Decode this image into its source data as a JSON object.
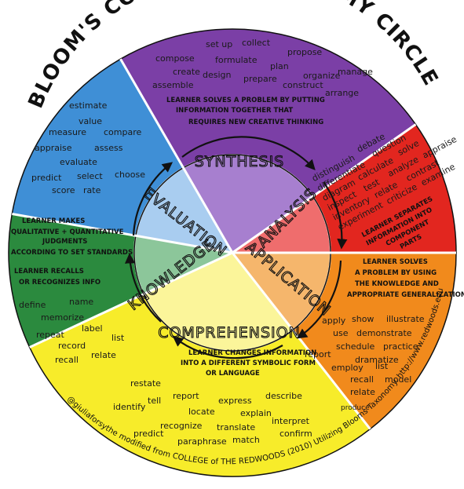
{
  "title": "BLOOM'S COGNITIVE TAXONOMY CIRCLE",
  "colors": {
    "synthesis": "#7b3fa6",
    "analysis": "#e2261f",
    "application": "#f18a1c",
    "comprehension": "#f7ec2a",
    "knowledge": "#2b8a3e",
    "evaluation": "#3f8fd6",
    "synthesis_inner": "#a77fcf",
    "analysis_inner": "#ef6d6d",
    "application_inner": "#f5b66c",
    "comprehension_inner": "#fbf59a",
    "knowledge_inner": "#8cc69a",
    "evaluation_inner": "#a9cdf0"
  },
  "levels": {
    "synthesis": "SYNTHESIS",
    "analysis": "ANALYSIS",
    "application": "APPLICATION",
    "comprehension": "COMPREHENSION",
    "knowledge": "KNOWLEDGE",
    "evaluation": "EVALUATION"
  },
  "synthesis": {
    "verbs": [
      "compose",
      "set up",
      "collect",
      "propose",
      "create",
      "formulate",
      "plan",
      "organize",
      "manage",
      "assemble",
      "design",
      "prepare",
      "construct",
      "arrange"
    ],
    "description": [
      "LEARNER SOLVES A PROBLEM BY PUTTING",
      "INFORMATION TOGETHER THAT",
      "REQUIRES NEW CREATIVE THINKING"
    ]
  },
  "analysis": {
    "verbs": [
      "distinguish",
      "debate",
      "differentiate",
      "question",
      "diagram",
      "calculate",
      "solve",
      "inspect",
      "test",
      "analyze",
      "inventory",
      "relate",
      "contrast",
      "appraise",
      "experiment",
      "criticize",
      "examine"
    ],
    "description": [
      "LEARNER SEPARATES",
      "INFORMATION INTO",
      "COMPONENT",
      "PARTS"
    ]
  },
  "application": {
    "description": [
      "LEARNER SOLVES",
      "A PROBLEM BY USING",
      "THE KNOWLEDGE AND",
      "APPROPRIATE GENERALIZATIONS"
    ],
    "verbs": [
      "apply",
      "show",
      "illustrate",
      "use",
      "demonstrate",
      "schedule",
      "practice",
      "report",
      "dramatize",
      "employ",
      "list",
      "recall",
      "model",
      "relate",
      "produce"
    ]
  },
  "comprehension": {
    "description": [
      "LEARNER CHANGES INFORMATION",
      "INTO A DIFFERENT SYMBOLIC FORM",
      "OR LANGUAGE"
    ],
    "verbs": [
      "restate",
      "report",
      "express",
      "describe",
      "tell",
      "locate",
      "explain",
      "identify",
      "recognize",
      "translate",
      "interpret",
      "predict",
      "paraphrase",
      "match",
      "confirm"
    ]
  },
  "knowledge": {
    "description": [
      "LEARNER RECALLS",
      "OR RECOGNIZES INFO"
    ],
    "verbs": [
      "define",
      "name",
      "memorize",
      "label",
      "repeat",
      "record",
      "list",
      "recall",
      "relate"
    ]
  },
  "evaluation": {
    "verbs": [
      "estimate",
      "value",
      "measure",
      "compare",
      "appraise",
      "assess",
      "evaluate",
      "predict",
      "select",
      "choose",
      "score",
      "rate"
    ],
    "description": [
      "LEARNER MAKES",
      "QUALITATIVE + QUANTITATIVE",
      "JUDGMENTS",
      "ACCORDING TO SET STANDARDS"
    ]
  },
  "credit": "@giuliaforsythe modified from COLLEGE of THE REDWOODS (2010) Utilizing Blooms Taxonomy. http://www.redwoods.edu"
}
